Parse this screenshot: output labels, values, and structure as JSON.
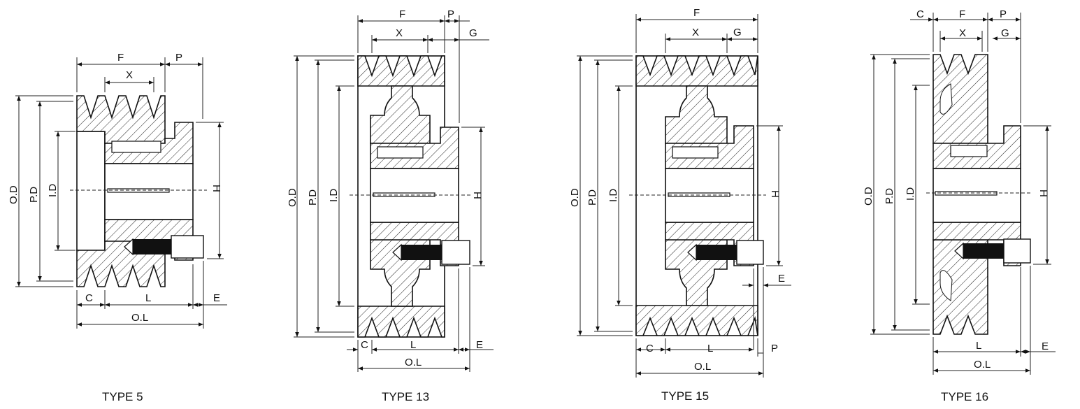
{
  "colors": {
    "line": "#111111",
    "background": "#ffffff",
    "bolt": "#111111"
  },
  "types": [
    {
      "id": "type5",
      "caption": "TYPE 5",
      "labels": {
        "od": "O.D",
        "pd": "P.D",
        "id": "I.D",
        "h": "H",
        "f": "F",
        "x": "X",
        "p": "P",
        "c": "C",
        "l": "L",
        "e": "E",
        "ol": "O.L"
      }
    },
    {
      "id": "type13",
      "caption": "TYPE 13",
      "labels": {
        "od": "O.D",
        "pd": "P.D",
        "id": "I.D",
        "h": "H",
        "f": "F",
        "x": "X",
        "p": "P",
        "g": "G",
        "c": "C",
        "l": "L",
        "e": "E",
        "ol": "O.L"
      }
    },
    {
      "id": "type15",
      "caption": "TYPE 15",
      "labels": {
        "od": "O.D",
        "pd": "P.D",
        "id": "I.D",
        "h": "H",
        "f": "F",
        "x": "X",
        "g": "G",
        "c": "C",
        "l": "L",
        "e": "E",
        "p": "P",
        "ol": "O.L"
      }
    },
    {
      "id": "type16",
      "caption": "TYPE 16",
      "labels": {
        "od": "O.D",
        "pd": "P.D",
        "id": "I.D",
        "h": "H",
        "c": "C",
        "f": "F",
        "p": "P",
        "x": "X",
        "g": "G",
        "l": "L",
        "e": "E",
        "ol": "O.L"
      }
    }
  ]
}
